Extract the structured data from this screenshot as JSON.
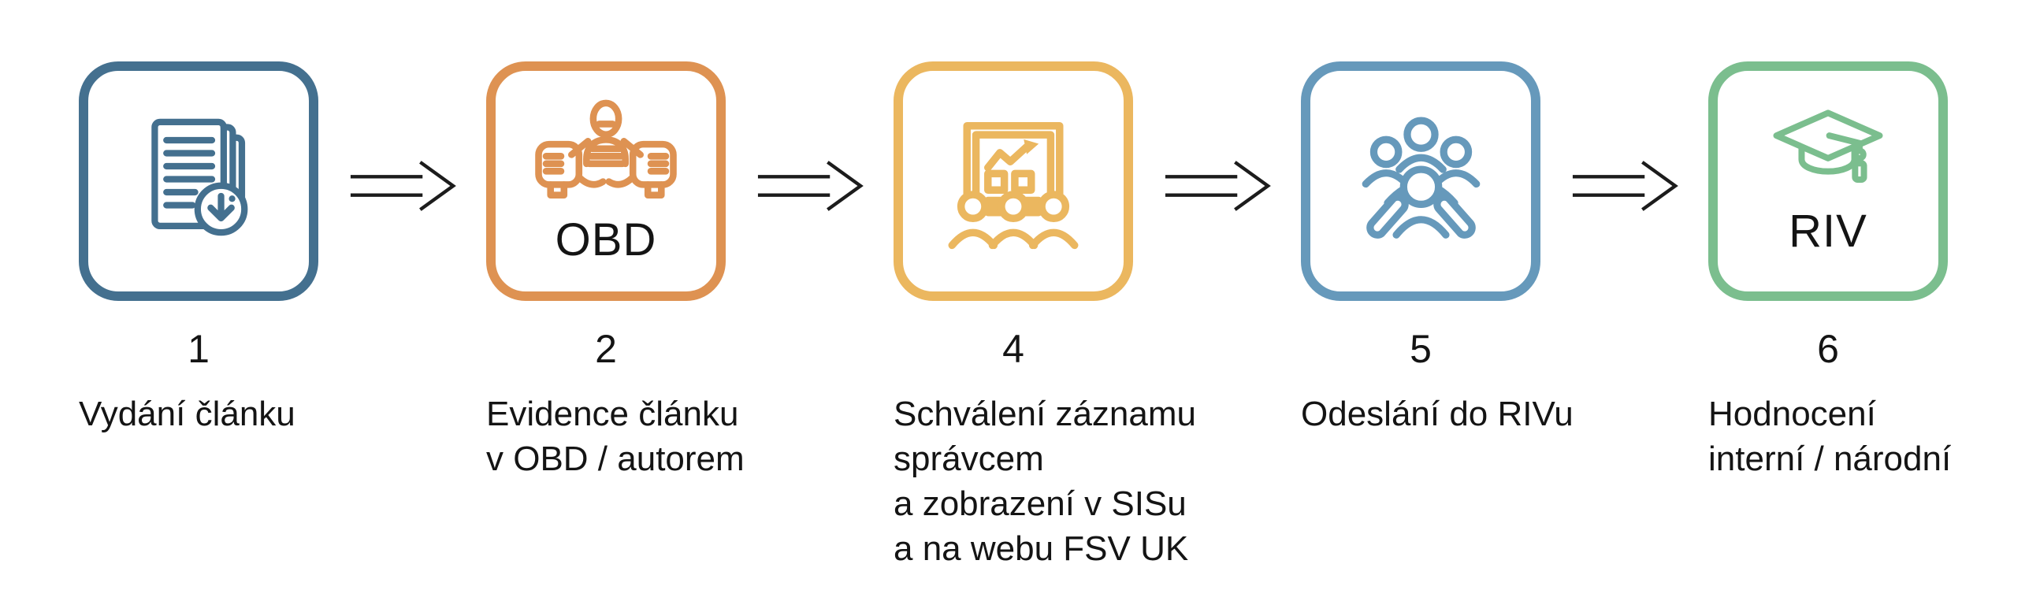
{
  "page": {
    "background": "#ffffff",
    "text_color": "#141414"
  },
  "arrow": {
    "name": "double-line-right-arrow",
    "color": "#1c1c1c"
  },
  "steps": [
    {
      "number": "1",
      "label": "Vydání článku",
      "color": "#44708F",
      "icon": "documents-download-icon"
    },
    {
      "number": "2",
      "caption": "OBD",
      "label": "Evidence článku\nv OBD / autorem",
      "color": "#DE9252",
      "icon": "author-desk-icon"
    },
    {
      "number": "4",
      "label": "Schválení záznamu\nsprávcem\na zobrazení v SISu\na na webu FSV UK",
      "color": "#EBB75F",
      "icon": "presentation-audience-icon"
    },
    {
      "number": "5",
      "label": "Odeslání do RIVu",
      "color": "#6699BB",
      "icon": "committee-review-icon"
    },
    {
      "number": "6",
      "caption": "RIV",
      "label": "Hodnocení\ninterní / národní",
      "color": "#7BBE8E",
      "icon": "graduation-cap-icon"
    }
  ]
}
